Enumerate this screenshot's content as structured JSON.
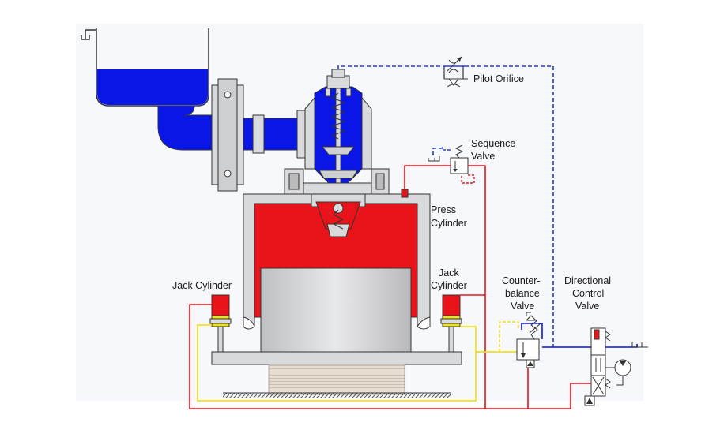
{
  "labels": {
    "pilot_orifice": "Pilot Orifice",
    "sequence_valve_1": "Sequence",
    "sequence_valve_2": "Valve",
    "press_cylinder_1": "Press",
    "press_cylinder_2": "Cylinder",
    "jack_cylinder_left": "Jack Cylinder",
    "jack_cylinder_right_1": "Jack",
    "jack_cylinder_right_2": "Cylinder",
    "counterbalance_1": "Counter-",
    "counterbalance_2": "balance",
    "counterbalance_3": "Valve",
    "directional_1": "Directional",
    "directional_2": "Control",
    "directional_3": "Valve"
  },
  "colors": {
    "fluid_blue": "#0a16e6",
    "pressure_red": "#e8141a",
    "pilot_dashed_blue": "#2a3bd8",
    "return_yellow": "#f2e21a",
    "steel_gray": "#d9dadc",
    "outline": "#333333"
  }
}
